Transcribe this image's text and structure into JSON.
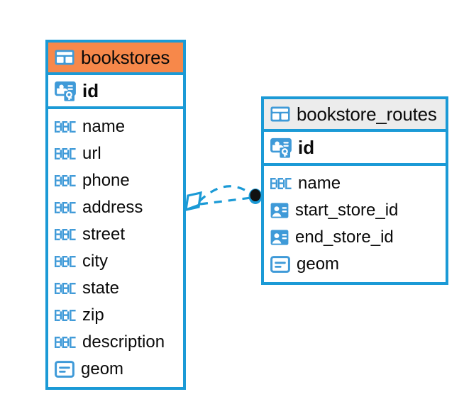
{
  "diagram": {
    "type": "entity-relationship-diagram",
    "background_color": "#ffffff",
    "accent_color": "#1b9ad6",
    "highlight_color": "#f7884a",
    "header_grey": "#ececec"
  },
  "entities": [
    {
      "name": "bookstores",
      "header_style": "orange",
      "primary_key": {
        "label": "id",
        "icon": "primary-key-icon"
      },
      "fields": [
        {
          "label": "name",
          "icon": "abc-icon"
        },
        {
          "label": "url",
          "icon": "abc-icon"
        },
        {
          "label": "phone",
          "icon": "abc-icon"
        },
        {
          "label": "address",
          "icon": "abc-icon"
        },
        {
          "label": "street",
          "icon": "abc-icon"
        },
        {
          "label": "city",
          "icon": "abc-icon"
        },
        {
          "label": "state",
          "icon": "abc-icon"
        },
        {
          "label": "zip",
          "icon": "abc-icon"
        },
        {
          "label": "description",
          "icon": "abc-icon"
        },
        {
          "label": "geom",
          "icon": "geometry-icon"
        }
      ]
    },
    {
      "name": "bookstore_routes",
      "header_style": "grey",
      "primary_key": {
        "label": "id",
        "icon": "primary-key-icon"
      },
      "fields": [
        {
          "label": "name",
          "icon": "abc-icon"
        },
        {
          "label": "start_store_id",
          "icon": "foreign-key-icon"
        },
        {
          "label": "end_store_id",
          "icon": "foreign-key-icon"
        },
        {
          "label": "geom",
          "icon": "geometry-icon"
        }
      ]
    }
  ],
  "relationship": {
    "source_entity": "bookstores",
    "target_entity": "bookstore_routes",
    "source_marker": "crows-foot-diamond-marker",
    "target_marker": "filled-circle-marker",
    "line_style": "dashed",
    "line_color": "#1b9ad6",
    "cardinality": "one-to-many"
  }
}
